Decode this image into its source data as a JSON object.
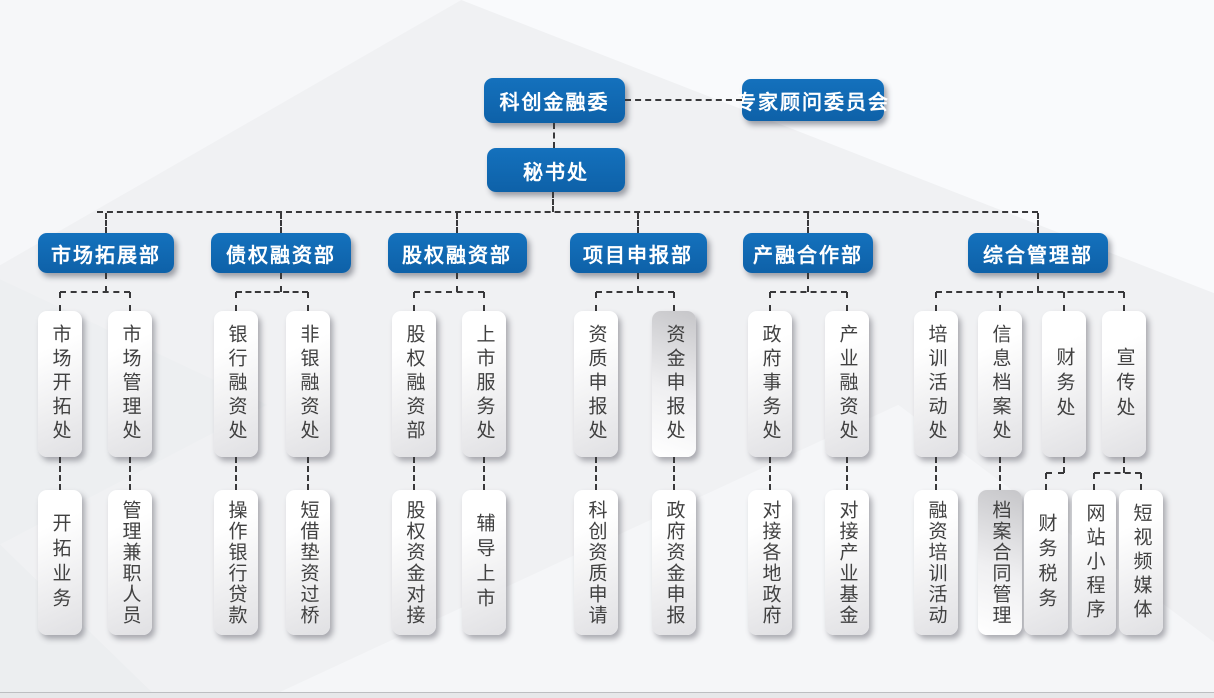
{
  "org": {
    "root": "科创金融委",
    "advisory": "专家顾问委员会",
    "secretariat": "秘书处",
    "departments": [
      {
        "name": "市场拓展部",
        "offices": [
          {
            "name": "市场开拓处",
            "tasks": [
              "开拓业务"
            ]
          },
          {
            "name": "市场管理处",
            "tasks": [
              "管理兼职人员"
            ]
          }
        ]
      },
      {
        "name": "债权融资部",
        "offices": [
          {
            "name": "银行融资处",
            "tasks": [
              "操作银行贷款"
            ]
          },
          {
            "name": "非银融资处",
            "tasks": [
              "短借垫资过桥"
            ]
          }
        ]
      },
      {
        "name": "股权融资部",
        "offices": [
          {
            "name": "股权融资部",
            "tasks": [
              "股权资金对接"
            ]
          },
          {
            "name": "上市服务处",
            "tasks": [
              "辅导上市"
            ]
          }
        ]
      },
      {
        "name": "项目申报部",
        "offices": [
          {
            "name": "资质申报处",
            "tasks": [
              "科创资质申请"
            ]
          },
          {
            "name": "资金申报处",
            "tasks": [
              "政府资金申报"
            ]
          }
        ]
      },
      {
        "name": "产融合作部",
        "offices": [
          {
            "name": "政府事务处",
            "tasks": [
              "对接各地政府"
            ]
          },
          {
            "name": "产业融资处",
            "tasks": [
              "对接产业基金"
            ]
          }
        ]
      },
      {
        "name": "综合管理部",
        "offices": [
          {
            "name": "培训活动处",
            "tasks": [
              "融资培训活动"
            ]
          },
          {
            "name": "信息档案处",
            "tasks": [
              "档案合同管理"
            ]
          },
          {
            "name": "财务处",
            "tasks": [
              "财务税务"
            ]
          },
          {
            "name": "宣传处",
            "tasks": [
              "网站小程序",
              "短视频媒体"
            ]
          }
        ]
      }
    ]
  },
  "colors": {
    "box_blue": "#0f65ae",
    "box_blue_text": "#ffffff",
    "node_box_text": "#414141",
    "connector_line": "#38383a",
    "background": "#f0f1f3"
  }
}
